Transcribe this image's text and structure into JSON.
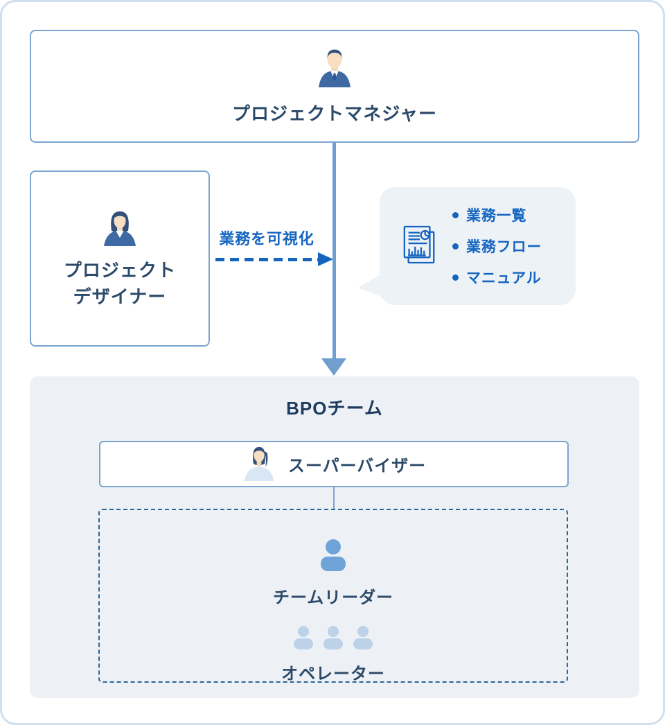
{
  "diagram": {
    "pm_box": {
      "label": "プロジェクトマネジャー"
    },
    "designer_box": {
      "label_line1": "プロジェクト",
      "label_line2": "デザイナー"
    },
    "visualize_arrow": {
      "label": "業務を可視化"
    },
    "deliverables_bubble": {
      "items": [
        {
          "label": "業務一覧"
        },
        {
          "label": "業務フロー"
        },
        {
          "label": "マニュアル"
        }
      ]
    },
    "bpo_team": {
      "title": "BPOチーム",
      "supervisor_label": "スーパーバイザー",
      "leader_label": "チームリーダー",
      "operator_label": "オペレーター"
    },
    "colors": {
      "accent_blue": "#1565c0",
      "arrow_blue": "#6f9ecf",
      "box_border_blue": "#7aa3cf",
      "navy_text": "#2b4968",
      "panel_bg": "#edf1f6",
      "bubble_bg": "#edf2f7",
      "dotted_border": "#2a6598",
      "leader_icon_blue": "#6fa3d8",
      "operator_icon_blue": "#bdd2e8"
    }
  }
}
